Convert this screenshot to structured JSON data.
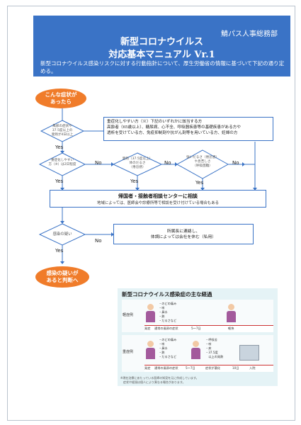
{
  "header": {
    "org": "鯖パス人事総務部",
    "title_line1": "新型コロナウイルス",
    "title_line2": "対応基本マニュアル Vr.1",
    "intro": "新型コロナウイルス感染リスクに対する行動指針について、厚生労働省の情報に基づいて下記の通り定める。"
  },
  "flow": {
    "start": "こんな症状が\nあったら",
    "d1": "風邪の症状や\n37.5度以上の\n発熱が4日以上",
    "high_risk_box": "重症化しやすい方（※）下記のいずれかに該当する方\n高齢者（65歳以上）、糖尿病、心不全、呼吸器疾患等の基礎疾患がある方や\n透析を受けている方、免疫抑制剤や抗がん剤等を用いている方、妊婦の方",
    "d2": "重症化しやすい\n方（※）は2日程度",
    "d3": "発熱（37.5度以上）\n体のだるさ\n（倦怠感）",
    "d4": "強いだるさ（倦怠感）\nや息苦しさ\n（呼吸困難）",
    "yes": "Yes",
    "no": "No",
    "center_title": "帰国者・接触者相談センターに相談",
    "center_sub": "地域によっては、医師会や診療所等で相談を受け付けている場合もある",
    "d5": "感染の疑い",
    "report": "所属長に連絡し、\n体調によっては会社を休む（私用）",
    "end": "感染の疑いが\nあると判断へ"
  },
  "course": {
    "title": "新型コロナウイルス感染症の主な経過",
    "mild_label": "軽症例",
    "severe_label": "重症例",
    "symptoms": "・のどの痛み\n・咳\n・鼻水\n・熱\n・だるさなど",
    "severe_symptoms": "・呼吸苦\n・咳\n・痰\n・37.5度\n　以上の発熱",
    "onset": "発症",
    "mild_timeline": [
      "通常の風邪の症状",
      "5〜7日",
      "軽快"
    ],
    "severe_timeline": [
      "通常の風邪の症状",
      "5〜7日",
      "症状が悪化",
      "10日",
      "入院"
    ],
    "note": "※現在治療にあたっている医師の知見を元に作成しています。\n　症状や経過は個人により異なる場合があります。"
  },
  "colors": {
    "header": "#3a73c6",
    "accent": "#f07c2a",
    "line": "#3a73c6"
  }
}
